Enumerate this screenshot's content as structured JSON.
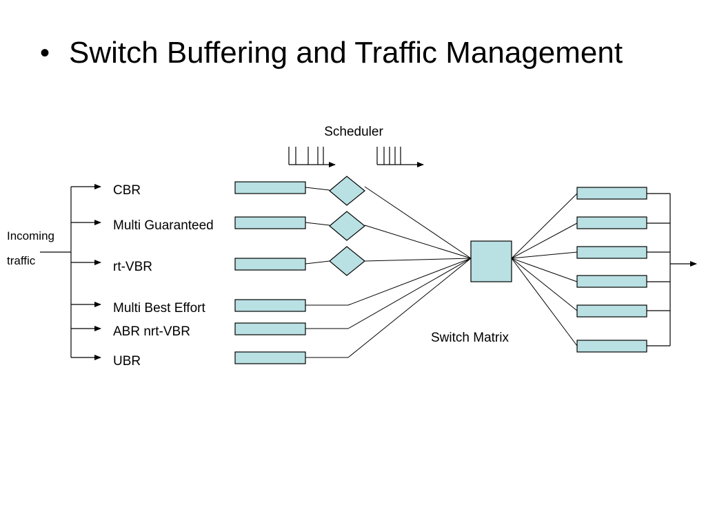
{
  "slide": {
    "bullet": "•",
    "title": "Switch Buffering and Traffic Management"
  },
  "diagram": {
    "scheduler_label": "Scheduler",
    "incoming_label_line1": "Incoming",
    "incoming_label_line2": "traffic",
    "switch_matrix_label": "Switch Matrix",
    "traffic_classes": [
      "CBR",
      "Multi Guaranteed",
      "rt-VBR",
      "Multi Best Effort",
      "ABR nrt-VBR",
      "UBR"
    ],
    "queue_color": "#B9E0E3",
    "outline_color": "#000000"
  }
}
